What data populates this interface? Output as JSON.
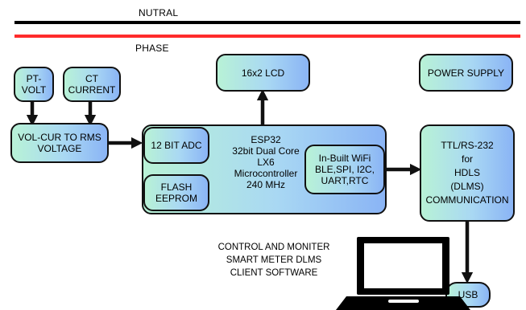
{
  "rails": {
    "neutral_label": "NUTRAL",
    "phase_label": "PHASE",
    "neutral_color": "#000000",
    "phase_color": "#ff2b2b"
  },
  "blocks": {
    "pt_volt": {
      "lines": [
        "PT-",
        "VOLT"
      ]
    },
    "ct_current": {
      "lines": [
        "CT",
        "CURRENT"
      ]
    },
    "vol_cur_to_rms": {
      "lines": [
        "VOL-CUR TO RMS",
        "VOLTAGE"
      ]
    },
    "lcd": {
      "lines": [
        "16x2 LCD"
      ]
    },
    "power_supply": {
      "lines": [
        "POWER SUPPLY"
      ]
    },
    "adc": {
      "lines": [
        "12 BIT ADC"
      ]
    },
    "flash": {
      "lines": [
        "FLASH",
        "EEPROM"
      ]
    },
    "esp32": {
      "lines": [
        "ESP32",
        "32bit Dual Core",
        "LX6",
        "Microcontroller",
        "240 MHz"
      ]
    },
    "wifi": {
      "lines": [
        "In-Built WiFi",
        "BLE,SPI, I2C,",
        "UART,RTC"
      ]
    },
    "ttl": {
      "lines": [
        "TTL/RS-232",
        "for",
        "HDLS",
        "(DLMS)",
        "COMMUNICATION"
      ]
    },
    "usb": {
      "lines": [
        "USB"
      ]
    }
  },
  "software_caption": {
    "lines": [
      "CONTROL AND MONITER",
      "SMART METER DLMS",
      "CLIENT SOFTWARE"
    ]
  },
  "icons": {
    "laptop": "laptop-icon"
  },
  "colors": {
    "block_gradient_start": "#b8f2d6",
    "block_gradient_end": "#8ab4f5",
    "arrow": "#111111"
  }
}
